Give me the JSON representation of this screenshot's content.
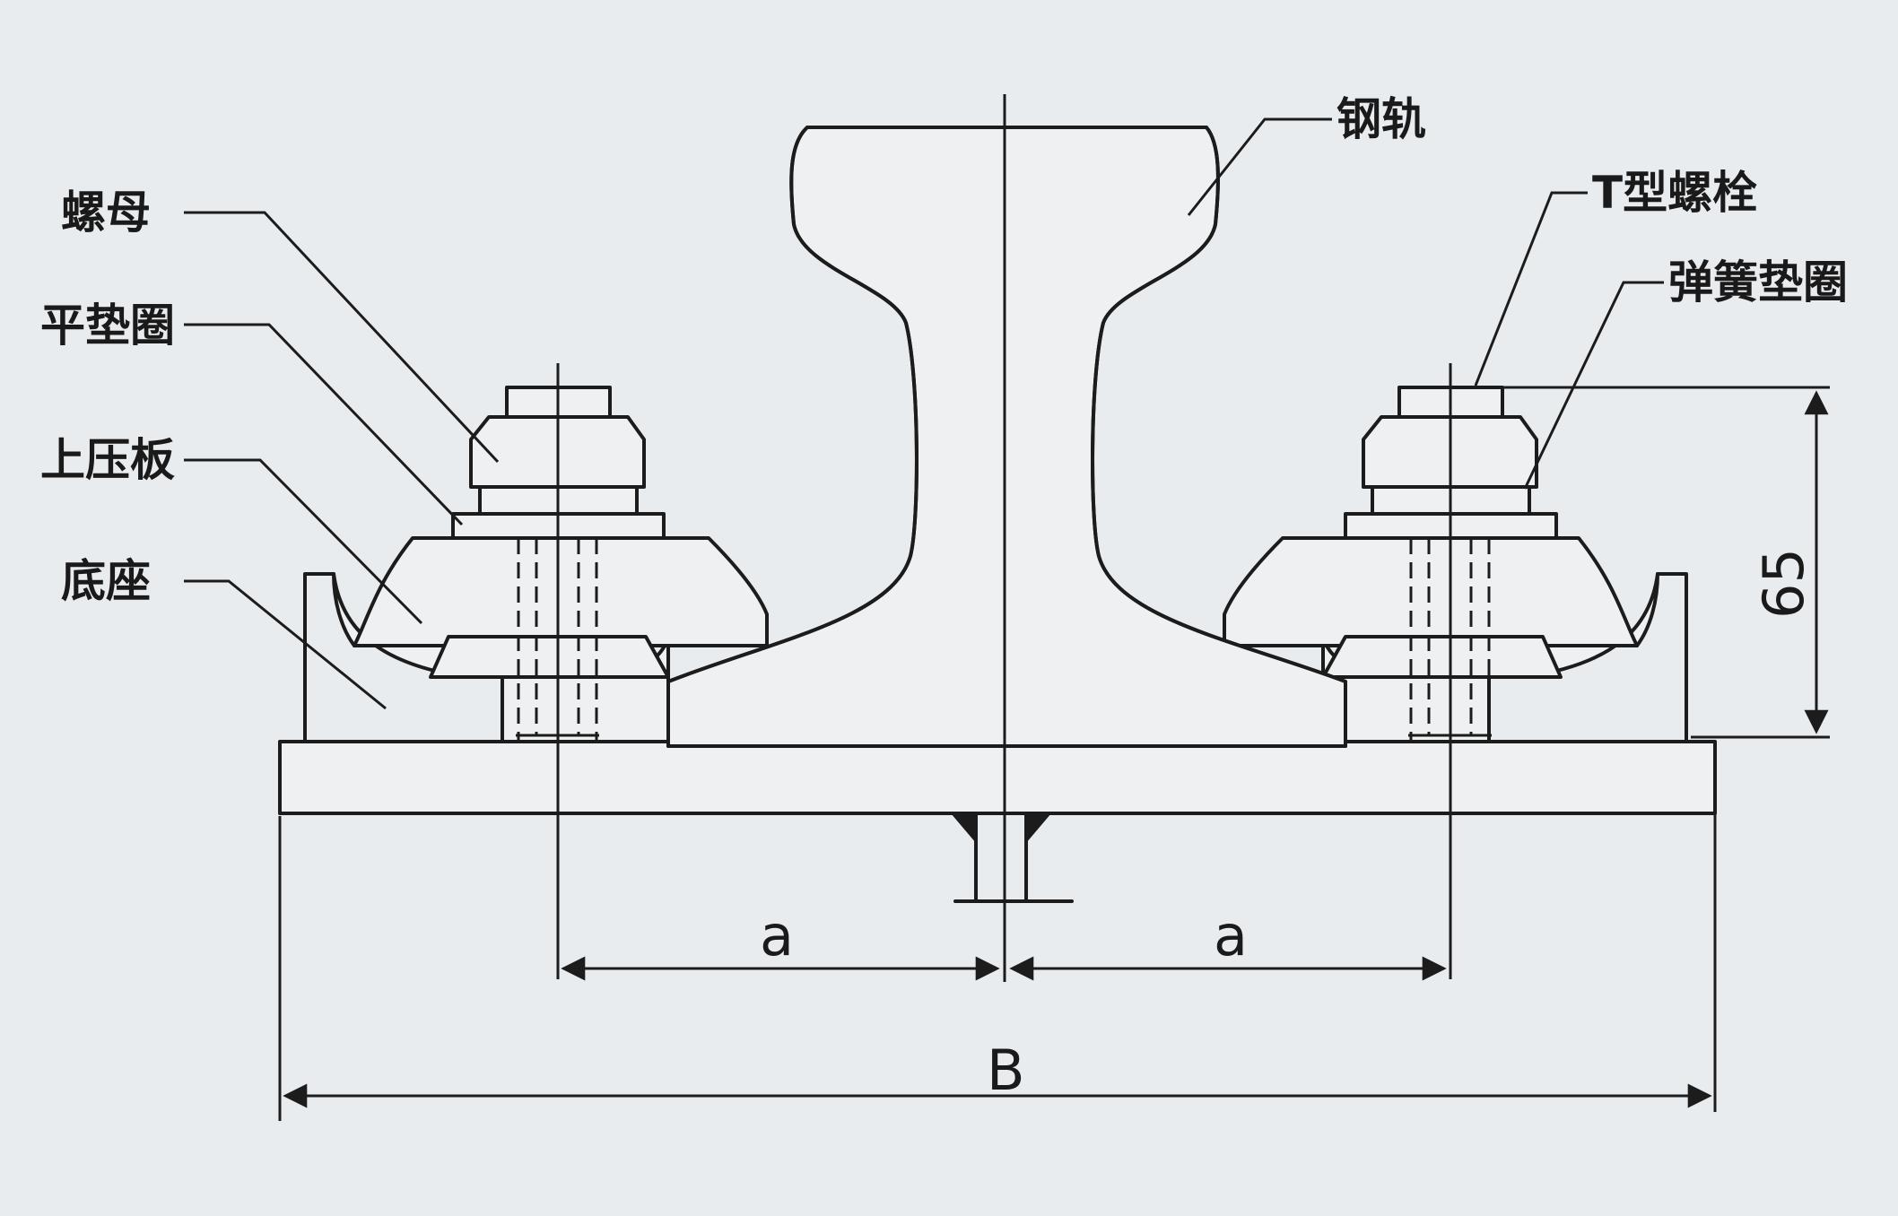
{
  "labels": {
    "nut": "螺母",
    "flat_washer": "平垫圈",
    "upper_plate": "上压板",
    "base": "底座",
    "rail": "钢轨",
    "t_bolt": "T型螺栓",
    "spring_washer": "弹簧垫圈"
  },
  "dimensions": {
    "a_left": "a",
    "a_right": "a",
    "b_total": "B",
    "height": "65"
  }
}
